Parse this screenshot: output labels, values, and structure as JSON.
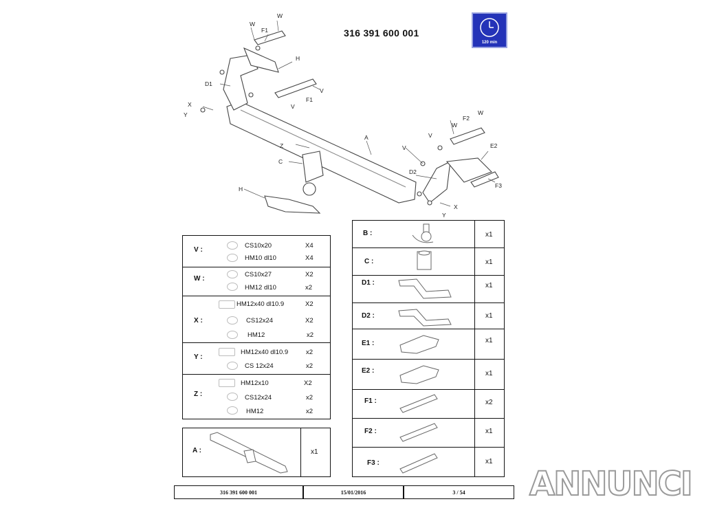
{
  "header": {
    "part_number": "316 391 600 001",
    "badge_text": "120 min"
  },
  "diagram": {
    "callouts": [
      "W",
      "W",
      "F1",
      "H",
      "D1",
      "V",
      "F1",
      "V",
      "X",
      "Y",
      "Z",
      "C",
      "H",
      "A",
      "W",
      "F2",
      "W",
      "V",
      "V",
      "E2",
      "D2",
      "F3",
      "X",
      "Y"
    ]
  },
  "hardware": {
    "groups": [
      {
        "label": "V :",
        "items": [
          {
            "spec": "CS10x20",
            "qty": "X4"
          },
          {
            "spec": "HM10 dl10",
            "qty": "X4"
          }
        ]
      },
      {
        "label": "W :",
        "items": [
          {
            "spec": "CS10x27",
            "qty": "X2"
          },
          {
            "spec": "HM12 dl10",
            "qty": "x2"
          }
        ]
      },
      {
        "label": "X :",
        "items": [
          {
            "spec": "HM12x40 dl10.9",
            "qty": "X2"
          },
          {
            "spec": "CS12x24",
            "qty": "X2"
          },
          {
            "spec": "HM12",
            "qty": "x2"
          }
        ]
      },
      {
        "label": "Y :",
        "items": [
          {
            "spec": "HM12x40 dl10.9",
            "qty": "x2"
          },
          {
            "spec": "CS 12x24",
            "qty": "x2"
          }
        ]
      },
      {
        "label": "Z :",
        "items": [
          {
            "spec": "HM12x10",
            "qty": "X2"
          },
          {
            "spec": "CS12x24",
            "qty": "x2"
          },
          {
            "spec": "HM12",
            "qty": "x2"
          }
        ]
      }
    ]
  },
  "component_a": {
    "label": "A :",
    "qty": "x1"
  },
  "components": [
    {
      "label": "B :",
      "qty": "x1"
    },
    {
      "label": "C :",
      "qty": "x1"
    },
    {
      "label": "D1 :",
      "qty": "x1"
    },
    {
      "label": "D2 :",
      "qty": "x1"
    },
    {
      "label": "E1 :",
      "qty": "x1"
    },
    {
      "label": "E2 :",
      "qty": "x1"
    },
    {
      "label": "F1 :",
      "qty": "x2"
    },
    {
      "label": "F2 :",
      "qty": "x1"
    },
    {
      "label": "F3 :",
      "qty": "x1"
    }
  ],
  "footer": {
    "part_number": "316 391 600 001",
    "date": "15/01/2016",
    "page": "3 / 54"
  },
  "watermark": "ANNUNCI"
}
